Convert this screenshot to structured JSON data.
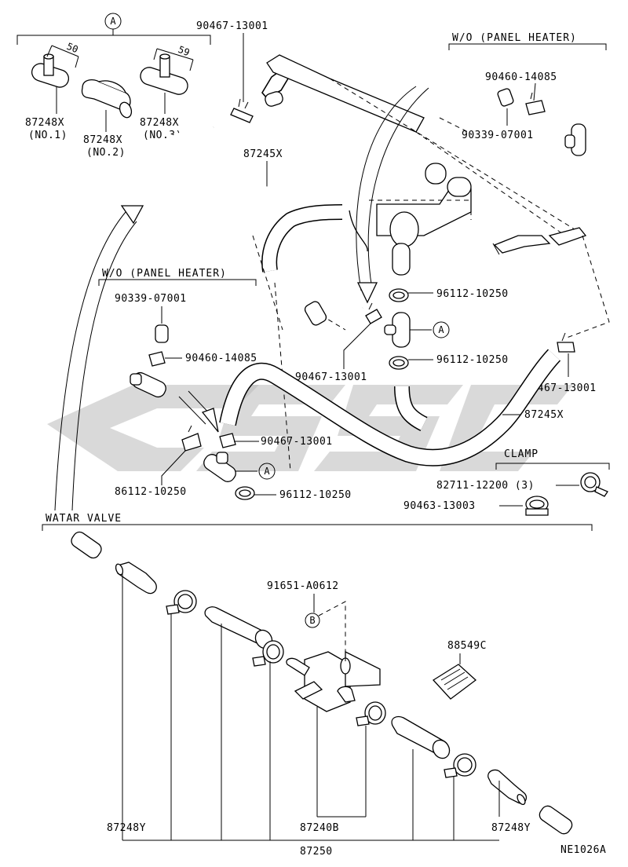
{
  "labels": {
    "p90467_top": "90467-13001",
    "p90460_right": "90460-14085",
    "p90339_right": "90339-07001",
    "p87245x_upper": "87245X",
    "p87248x_no1": "87248X",
    "p87248x_no1_sub": "(NO.1)",
    "p87248x_no2": "87248X",
    "p87248x_no2_sub": "(NO.2)",
    "p87248x_no3": "87248X",
    "p87248x_no3_sub": "(NO.3)",
    "p90339_left": "90339-07001",
    "p90460_left": "90460-14085",
    "p96112_a": "96112-10250",
    "p96112_b": "96112-10250",
    "p90467_mid": "90467-13001",
    "p90467_right": "90467-13001",
    "p87245x_lower": "87245X",
    "p90467_low": "90467-13001",
    "p86112": "86112-10250",
    "p96112_c": "96112-10250",
    "p82711": "82711-12200 (3)",
    "p90463": "90463-13003",
    "p91651": "91651-A0612",
    "p88549c": "88549C",
    "p87248y_left": "87248Y",
    "p87240b": "87240B",
    "p87248y_right": "87248Y",
    "p87250": "87250",
    "drawing_code": "NE1026A"
  },
  "headers": {
    "wo_panel_heater_right": "W/O (PANEL HEATER)",
    "wo_panel_heater_left": "W/O (PANEL HEATER)",
    "clamp": "CLAMP",
    "water_valve": "WATAR VALVE"
  },
  "dimensions": {
    "dim_50": "50",
    "dim_59": "59"
  },
  "callouts": {
    "a": "A",
    "b": "B"
  }
}
